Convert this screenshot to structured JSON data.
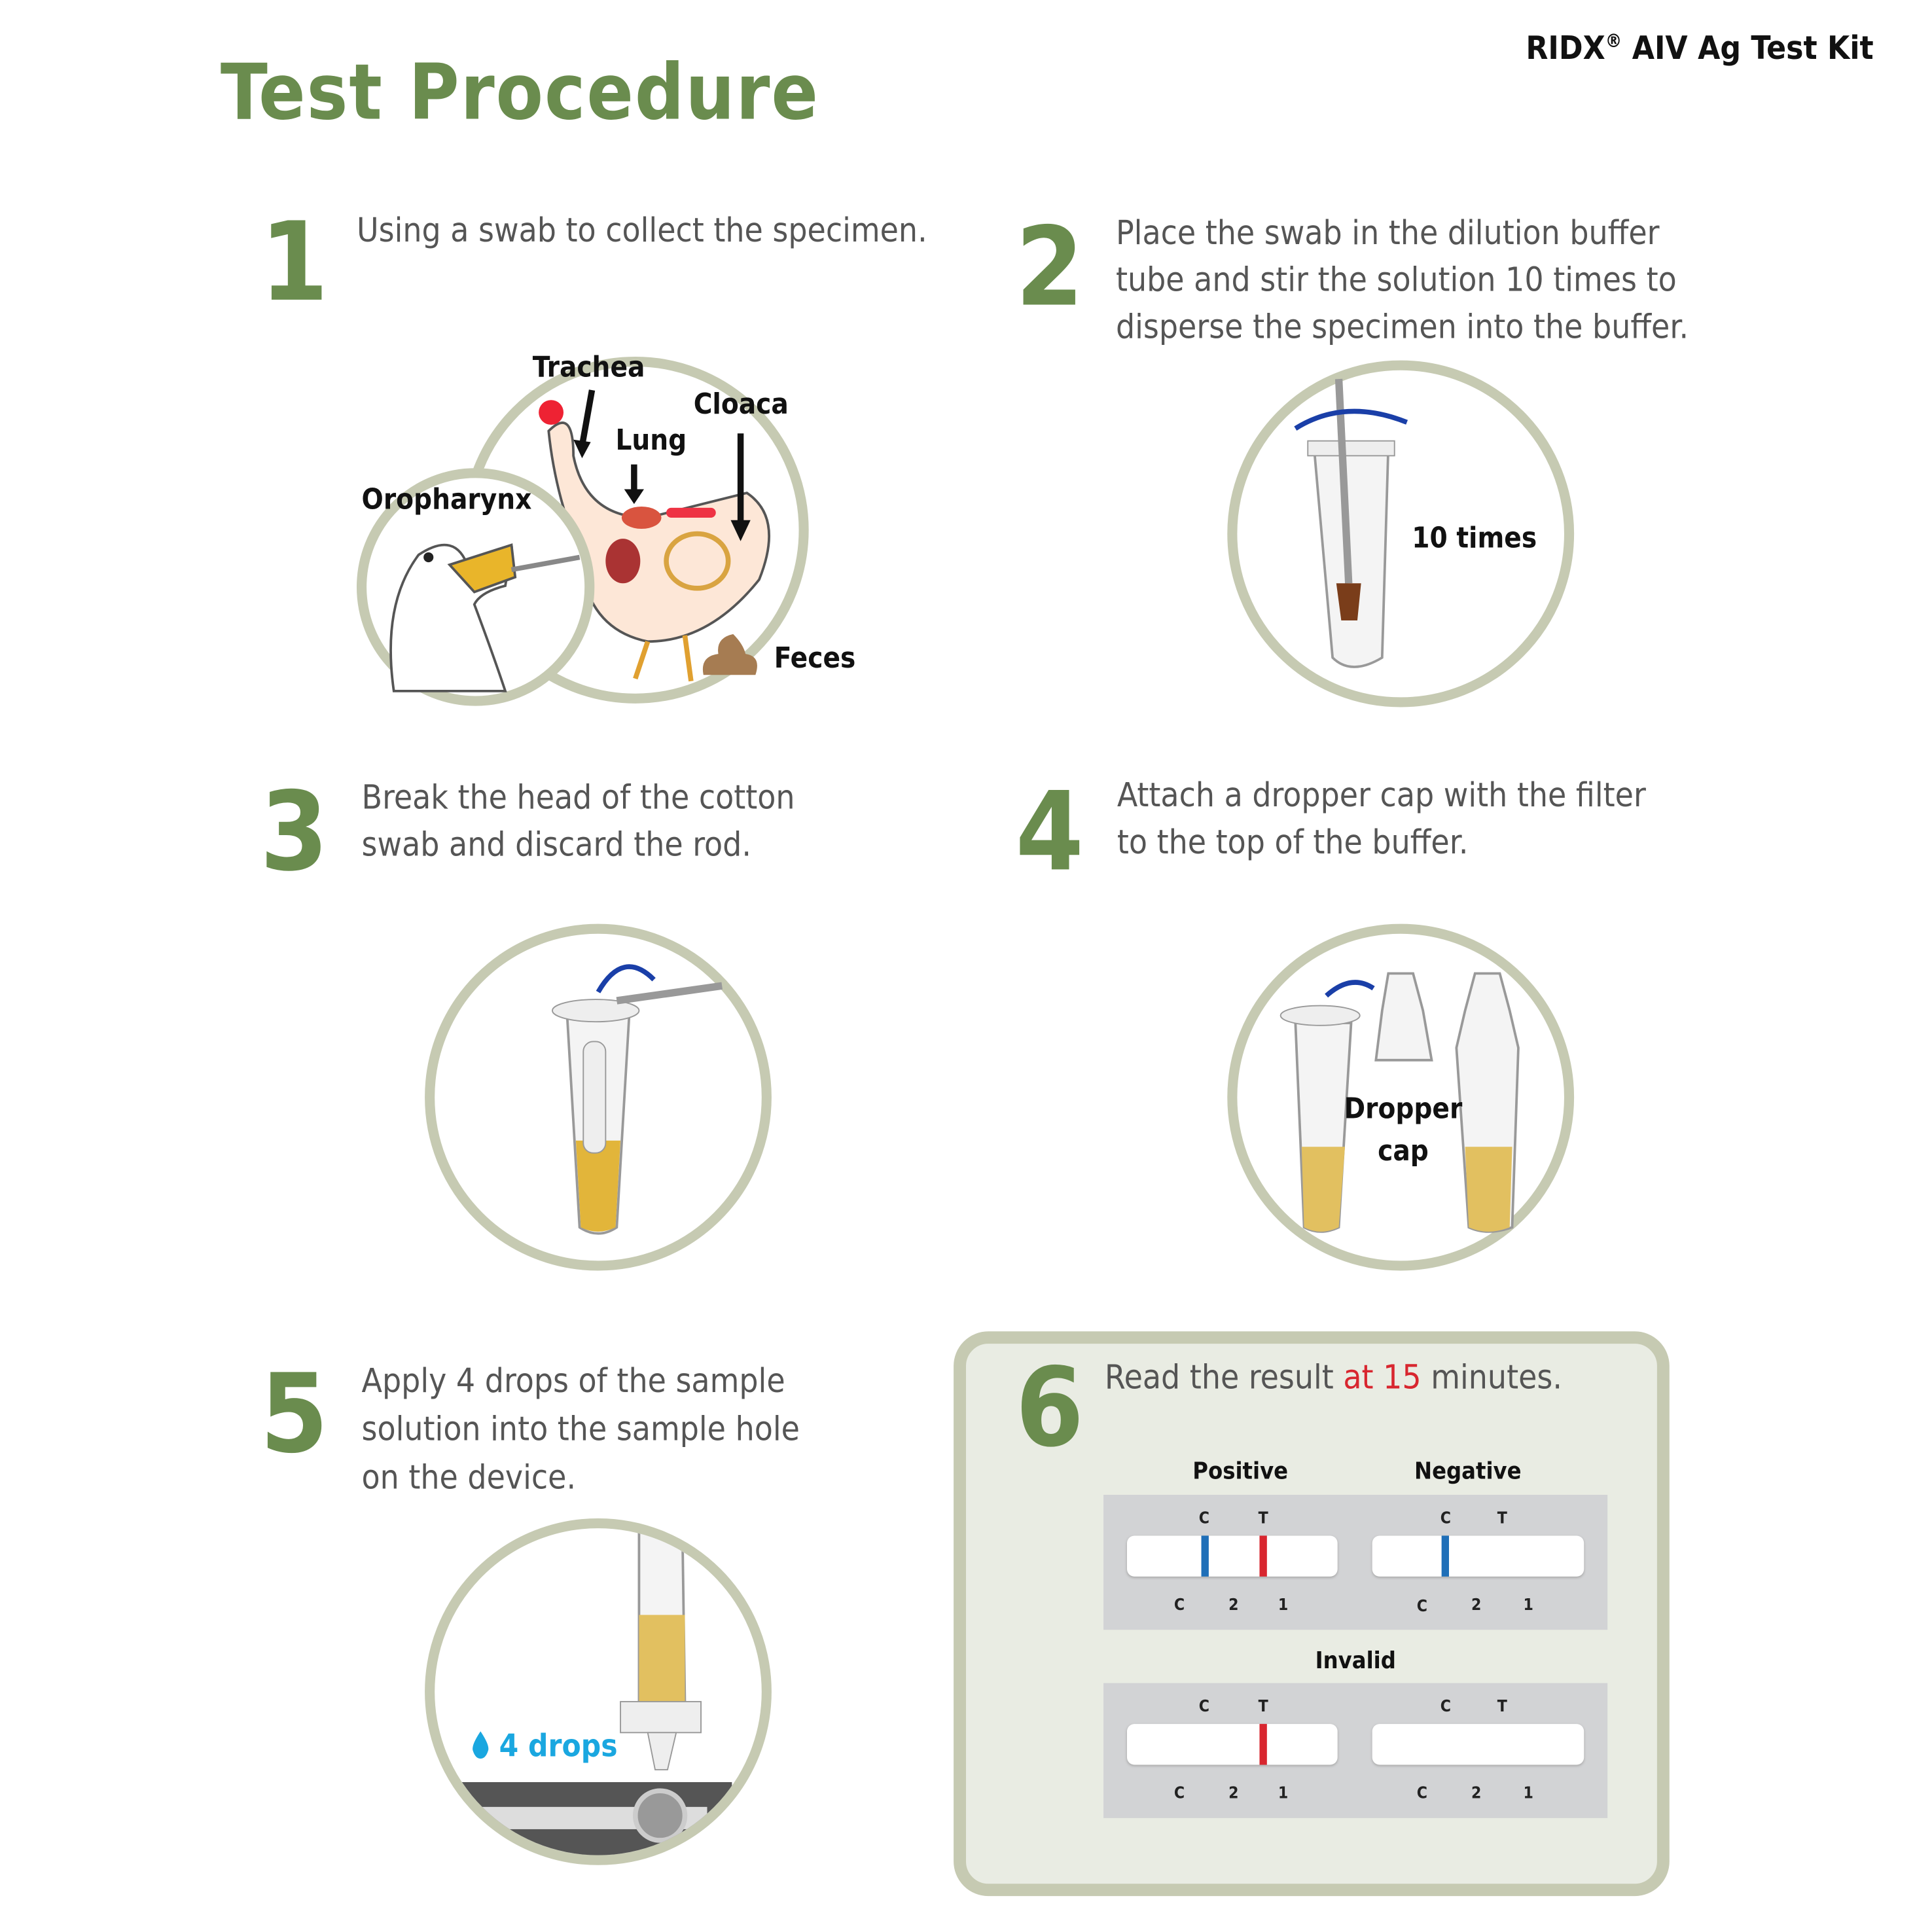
{
  "header": {
    "title": "Test Procedure",
    "kit_name": "RIDX",
    "kit_mark": "®",
    "kit_suffix": " AIV Ag Test Kit"
  },
  "steps": [
    {
      "number": "1",
      "lines": [
        "Using a swab to collect the  specimen."
      ],
      "labels": {
        "trachea": "Trachea",
        "lung": "Lung",
        "cloaca": "Cloaca",
        "oropharynx": "Oropharynx",
        "feces": "Feces"
      }
    },
    {
      "number": "2",
      "lines": [
        "Place the swab in the dilution buffer",
        "tube  and stir the solution  10  times to",
        "disperse the specimen into the buffer."
      ],
      "label": "10 times"
    },
    {
      "number": "3",
      "lines": [
        "Break  the  head  of  the  cotton",
        "swab  and  discard  the  rod."
      ]
    },
    {
      "number": "4",
      "lines": [
        "Attach a dropper cap with the  filter",
        "to the top of the buffer."
      ],
      "label_lines": [
        "Dropper",
        "cap"
      ]
    },
    {
      "number": "5",
      "lines": [
        "Apply  4  drops  of  the  sample",
        "solution  into  the  sample  hole",
        "on  the  device."
      ],
      "label": "4 drops"
    },
    {
      "number": "6",
      "text_before": "Read the result ",
      "text_highlight": "at 15",
      "text_after": " minutes.",
      "results": {
        "positive": "Positive",
        "negative": "Negative",
        "invalid": "Invalid",
        "top_marks": [
          "C",
          "T"
        ],
        "bottom_marks": [
          "C",
          "2",
          "1"
        ]
      }
    }
  ],
  "colors": {
    "accent_green": "#6a8c4e",
    "control_line": "#1f6fb8",
    "test_line": "#d8262f",
    "drops": "#1aa7e0"
  }
}
